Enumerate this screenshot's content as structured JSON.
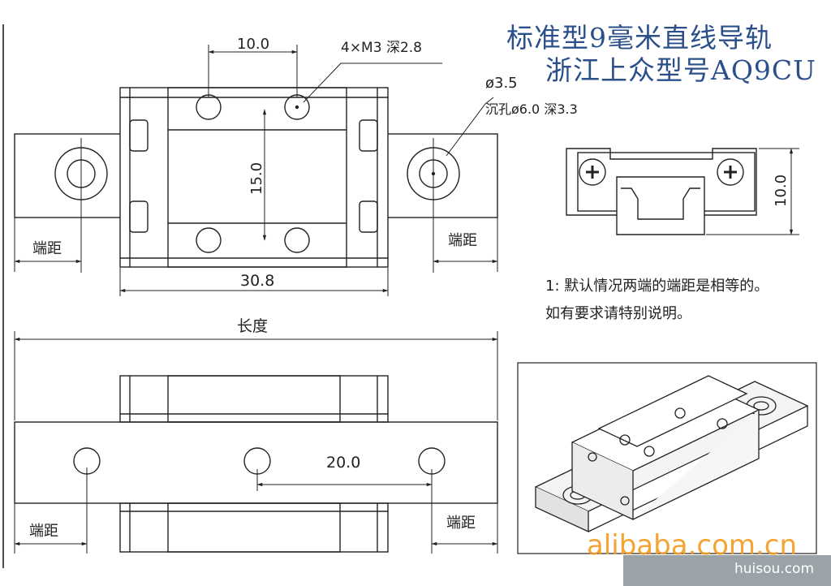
{
  "title": {
    "line1": "标准型9毫米直线导轨",
    "line2": "浙江上众型号AQ9CU"
  },
  "dimensions": {
    "hole_pitch": "10.0",
    "tapped_holes": "4×M3 深2.8",
    "hole_diameter": "ø3.5",
    "counterbore": "沉孔ø6.0 深3.3",
    "block_height_side": "15.0",
    "block_length": "30.8",
    "rail_height": "10.0",
    "total_length": "长度",
    "rail_pitch": "20.0",
    "end_distance": "端距"
  },
  "notes": {
    "line1": "1: 默认情况两端的端距是相等的。",
    "line2": "如有要求请特别说明。"
  },
  "watermarks": {
    "alibaba": "alibaba.com.cn",
    "huisou": "huisou.com"
  },
  "colors": {
    "title": "#2a4f8a",
    "line": "#222222",
    "alibaba": "#f59a1e",
    "huisou_bg": "#9aa3a8"
  }
}
